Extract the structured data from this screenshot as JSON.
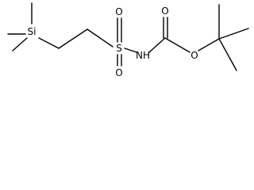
{
  "molecule": {
    "atoms": {
      "silicon": "Si",
      "sulfur": "S",
      "sulfonyl_oxygen_top": "O",
      "sulfonyl_oxygen_bottom": "O",
      "nitrogen": "NH",
      "carbonyl_oxygen": "O",
      "ester_oxygen": "O"
    },
    "colors": {
      "bond": "#000000",
      "label": "#000000",
      "background": "#ffffff"
    }
  }
}
